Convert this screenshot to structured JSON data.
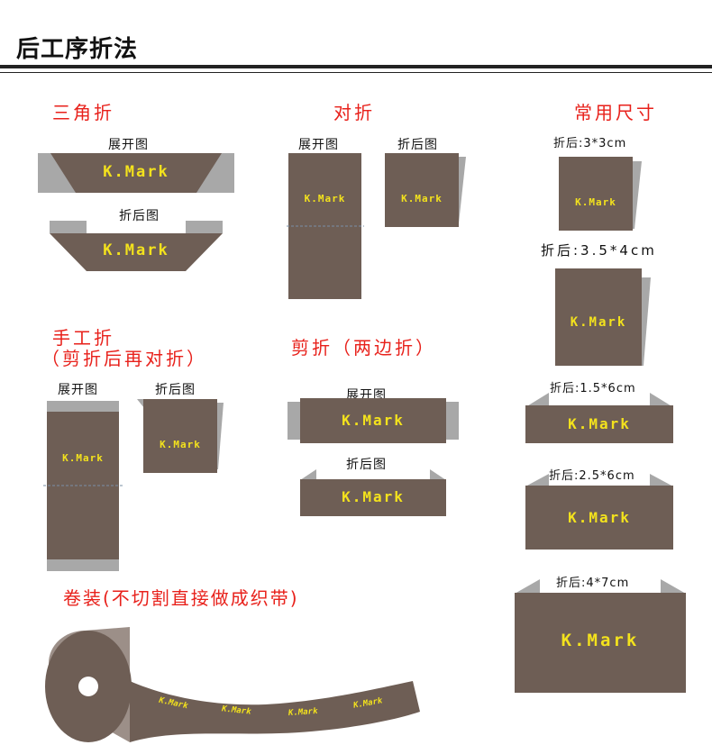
{
  "page_title": "后工序折法",
  "brand": "K.Mark",
  "colors": {
    "label": "#6e5e55",
    "label_dark": "#5d4f47",
    "brand_text": "#f3e21d",
    "fold_grey": "#a8a8a8",
    "title_red": "#e8211b"
  },
  "sections": {
    "triangle_fold": {
      "title": "三角折",
      "unfolded_caption": "展开图",
      "folded_caption": "折后图"
    },
    "center_fold": {
      "title": "对折",
      "unfolded_caption": "展开图",
      "folded_caption": "折后图"
    },
    "common_sizes": {
      "title": "常用尺寸",
      "items": [
        {
          "caption": "折后:3*3cm"
        },
        {
          "caption": "折后:3.5*4cm"
        },
        {
          "caption": "折后:1.5*6cm"
        },
        {
          "caption": "折后:2.5*6cm"
        },
        {
          "caption": "折后:4*7cm"
        }
      ]
    },
    "manual_fold": {
      "title_line1": "手工折",
      "title_line2": "（剪折后再对折）",
      "unfolded_caption": "展开图",
      "folded_caption": "折后图"
    },
    "cut_fold": {
      "title": "剪折（两边折）",
      "unfolded_caption": "展开图",
      "folded_caption": "折后图"
    },
    "roll": {
      "title": "卷装(不切割直接做成织带)"
    }
  }
}
